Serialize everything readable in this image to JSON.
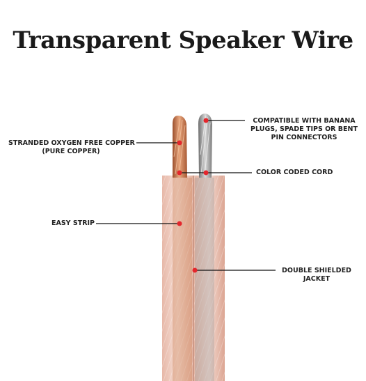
{
  "title": "Transparent Speaker Wire",
  "labels": {
    "stranded": {
      "line1": "STRANDED OXYGEN FREE COPPER",
      "line2": "(PURE COPPER)"
    },
    "easy_strip": "EASY STRIP",
    "compatible": {
      "line1": "COMPATIBLE WITH BANANA",
      "line2": "PLUGS, SPADE TIPS OR BENT",
      "line3": "PIN CONNECTORS"
    },
    "color_coded": "COLOR CODED CORD",
    "double_shielded": {
      "line1": "DOUBLE SHIELDED",
      "line2": "JACKET"
    }
  },
  "colors": {
    "copper": "#c97a4e",
    "silver": "#9a9a9a",
    "jacket": "#efc9bd",
    "marker": "#e4262c",
    "line": "#111111"
  }
}
